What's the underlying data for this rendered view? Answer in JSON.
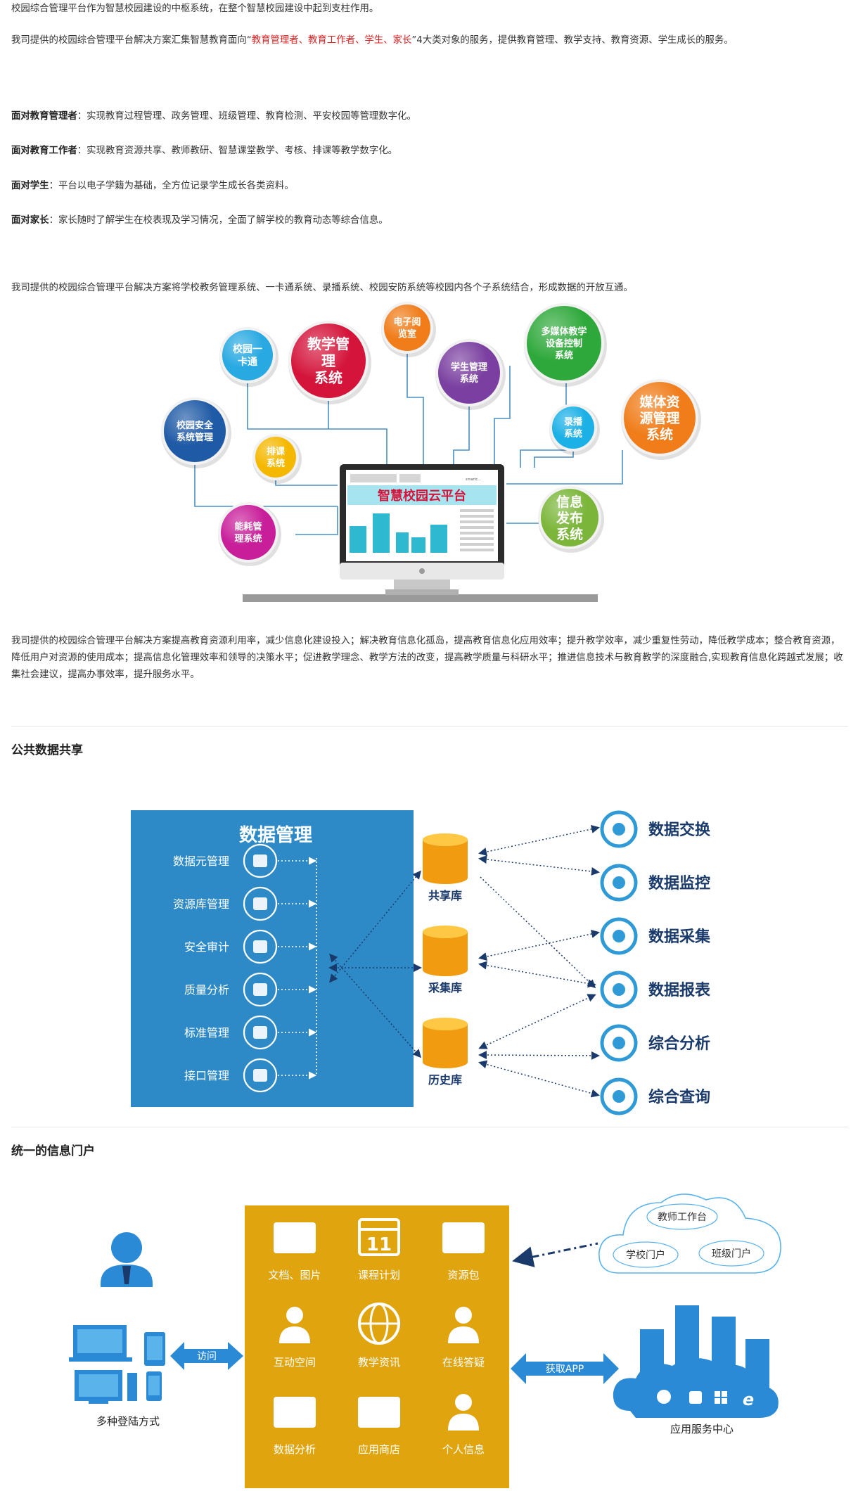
{
  "intro": {
    "p1": "校园综合管理平台作为智慧校园建设的中枢系统，在整个智慧校园建设中起到支柱作用。",
    "p2_pre": "我司提供的校园综合管理平台解决方案汇集智慧教育面向“",
    "p2_red": "教育管理者、教育工作者、学生、家长",
    "p2_post": "”4大类对象的服务，提供教育管理、教学支持、教育资源、学生成长的服务。"
  },
  "audiences": [
    {
      "prefix": "面对",
      "role": "教育管理者",
      "desc": "：实现教育过程管理、政务管理、班级管理、教育检测、平安校园等管理数字化。"
    },
    {
      "prefix": "面对",
      "role": "教育工作者",
      "desc": "：实现教育资源共享、教师教研、智慧课堂教学、考核、排课等教学数字化。"
    },
    {
      "prefix": "面对",
      "role": "学生",
      "desc": "：平台以电子学籍为基础，全方位记录学生成长各类资料。"
    },
    {
      "prefix": "面对",
      "role": "家长",
      "desc": "：家长随时了解学生在校表现及学习情况，全面了解学校的教育动态等综合信息。"
    }
  ],
  "integration_text": "我司提供的校园综合管理平台解决方案将学校教务管理系统、一卡通系统、录播系统、校园安防系统等校园内各个子系统结合，形成数据的开放互通。",
  "platform_diagram": {
    "center_title": "智慧校园云平台",
    "screen_logo": "smartc...",
    "systems": [
      {
        "id": "card",
        "lines": [
          "校园一",
          "卡通"
        ],
        "color": "#29a9e1"
      },
      {
        "id": "teach",
        "lines": [
          "教学管",
          "理",
          "系统"
        ],
        "color": "#d4143a"
      },
      {
        "id": "reading",
        "lines": [
          "电子阅",
          "览室"
        ],
        "color": "#f07d1a"
      },
      {
        "id": "media_ctrl",
        "lines": [
          "多媒体教学",
          "设备控制",
          "系统"
        ],
        "color": "#2ea83a"
      },
      {
        "id": "student",
        "lines": [
          "学生管理",
          "系统"
        ],
        "color": "#7a3fa0"
      },
      {
        "id": "security",
        "lines": [
          "校园安全",
          "系统管理"
        ],
        "color": "#1f5aa6"
      },
      {
        "id": "schedule",
        "lines": [
          "排课",
          "系统"
        ],
        "color": "#f5b800"
      },
      {
        "id": "record",
        "lines": [
          "录播",
          "系统"
        ],
        "color": "#1bb0e6"
      },
      {
        "id": "resource",
        "lines": [
          "媒体资",
          "源管理",
          "系统"
        ],
        "color": "#f07d1a"
      },
      {
        "id": "energy",
        "lines": [
          "能耗管",
          "理系统"
        ],
        "color": "#c81e9a"
      },
      {
        "id": "info",
        "lines": [
          "信息",
          "发布",
          "系统"
        ],
        "color": "#7bb63a"
      }
    ]
  },
  "benefits_text": "我司提供的校园综合管理平台解决方案提高教育资源利用率，减少信息化建设投入；解决教育信息化孤岛，提高教育信息化应用效率；提升教学效率，减少重复性劳动，降低教学成本；整合教育资源，降低用户对资源的使用成本；提高信息化管理效率和领导的决策水平；促进教学理念、教学方法的改变，提高教学质量与科研水平；推进信息技术与教育教学的深度融合,实现教育信息化跨越式发展；收集社会建议，提高办事效率，提升服务水平。",
  "data_sharing": {
    "section_title": "公共数据共享",
    "panel_title": "数据管理",
    "items": [
      "数据元管理",
      "资源库管理",
      "安全审计",
      "质量分析",
      "标准管理",
      "接口管理"
    ],
    "databases": [
      "共享库",
      "采集库",
      "历史库"
    ],
    "functions": [
      "数据交换",
      "数据监控",
      "数据采集",
      "数据报表",
      "综合分析",
      "综合查询"
    ],
    "colors": {
      "panel": "#2d8ac7",
      "db": "#f5a81c",
      "func_text": "#1a3a6b",
      "func_icon": "#2f9ad6"
    }
  },
  "portal": {
    "section_title": "统一的信息门户",
    "login_label": "多种登陆方式",
    "access_label": "访问",
    "app_label": "获取APP",
    "service_center": "应用服务中心",
    "calendar_num": "11",
    "cloud_items": [
      "教师工作台",
      "学校门户",
      "班级门户"
    ],
    "tiles": [
      "文档、图片",
      "课程计划",
      "资源包",
      "互动空间",
      "教学资讯",
      "在线答疑",
      "数据分析",
      "应用商店",
      "个人信息"
    ],
    "colors": {
      "panel": "#e0a40f",
      "blue": "#2b8ad6"
    }
  }
}
